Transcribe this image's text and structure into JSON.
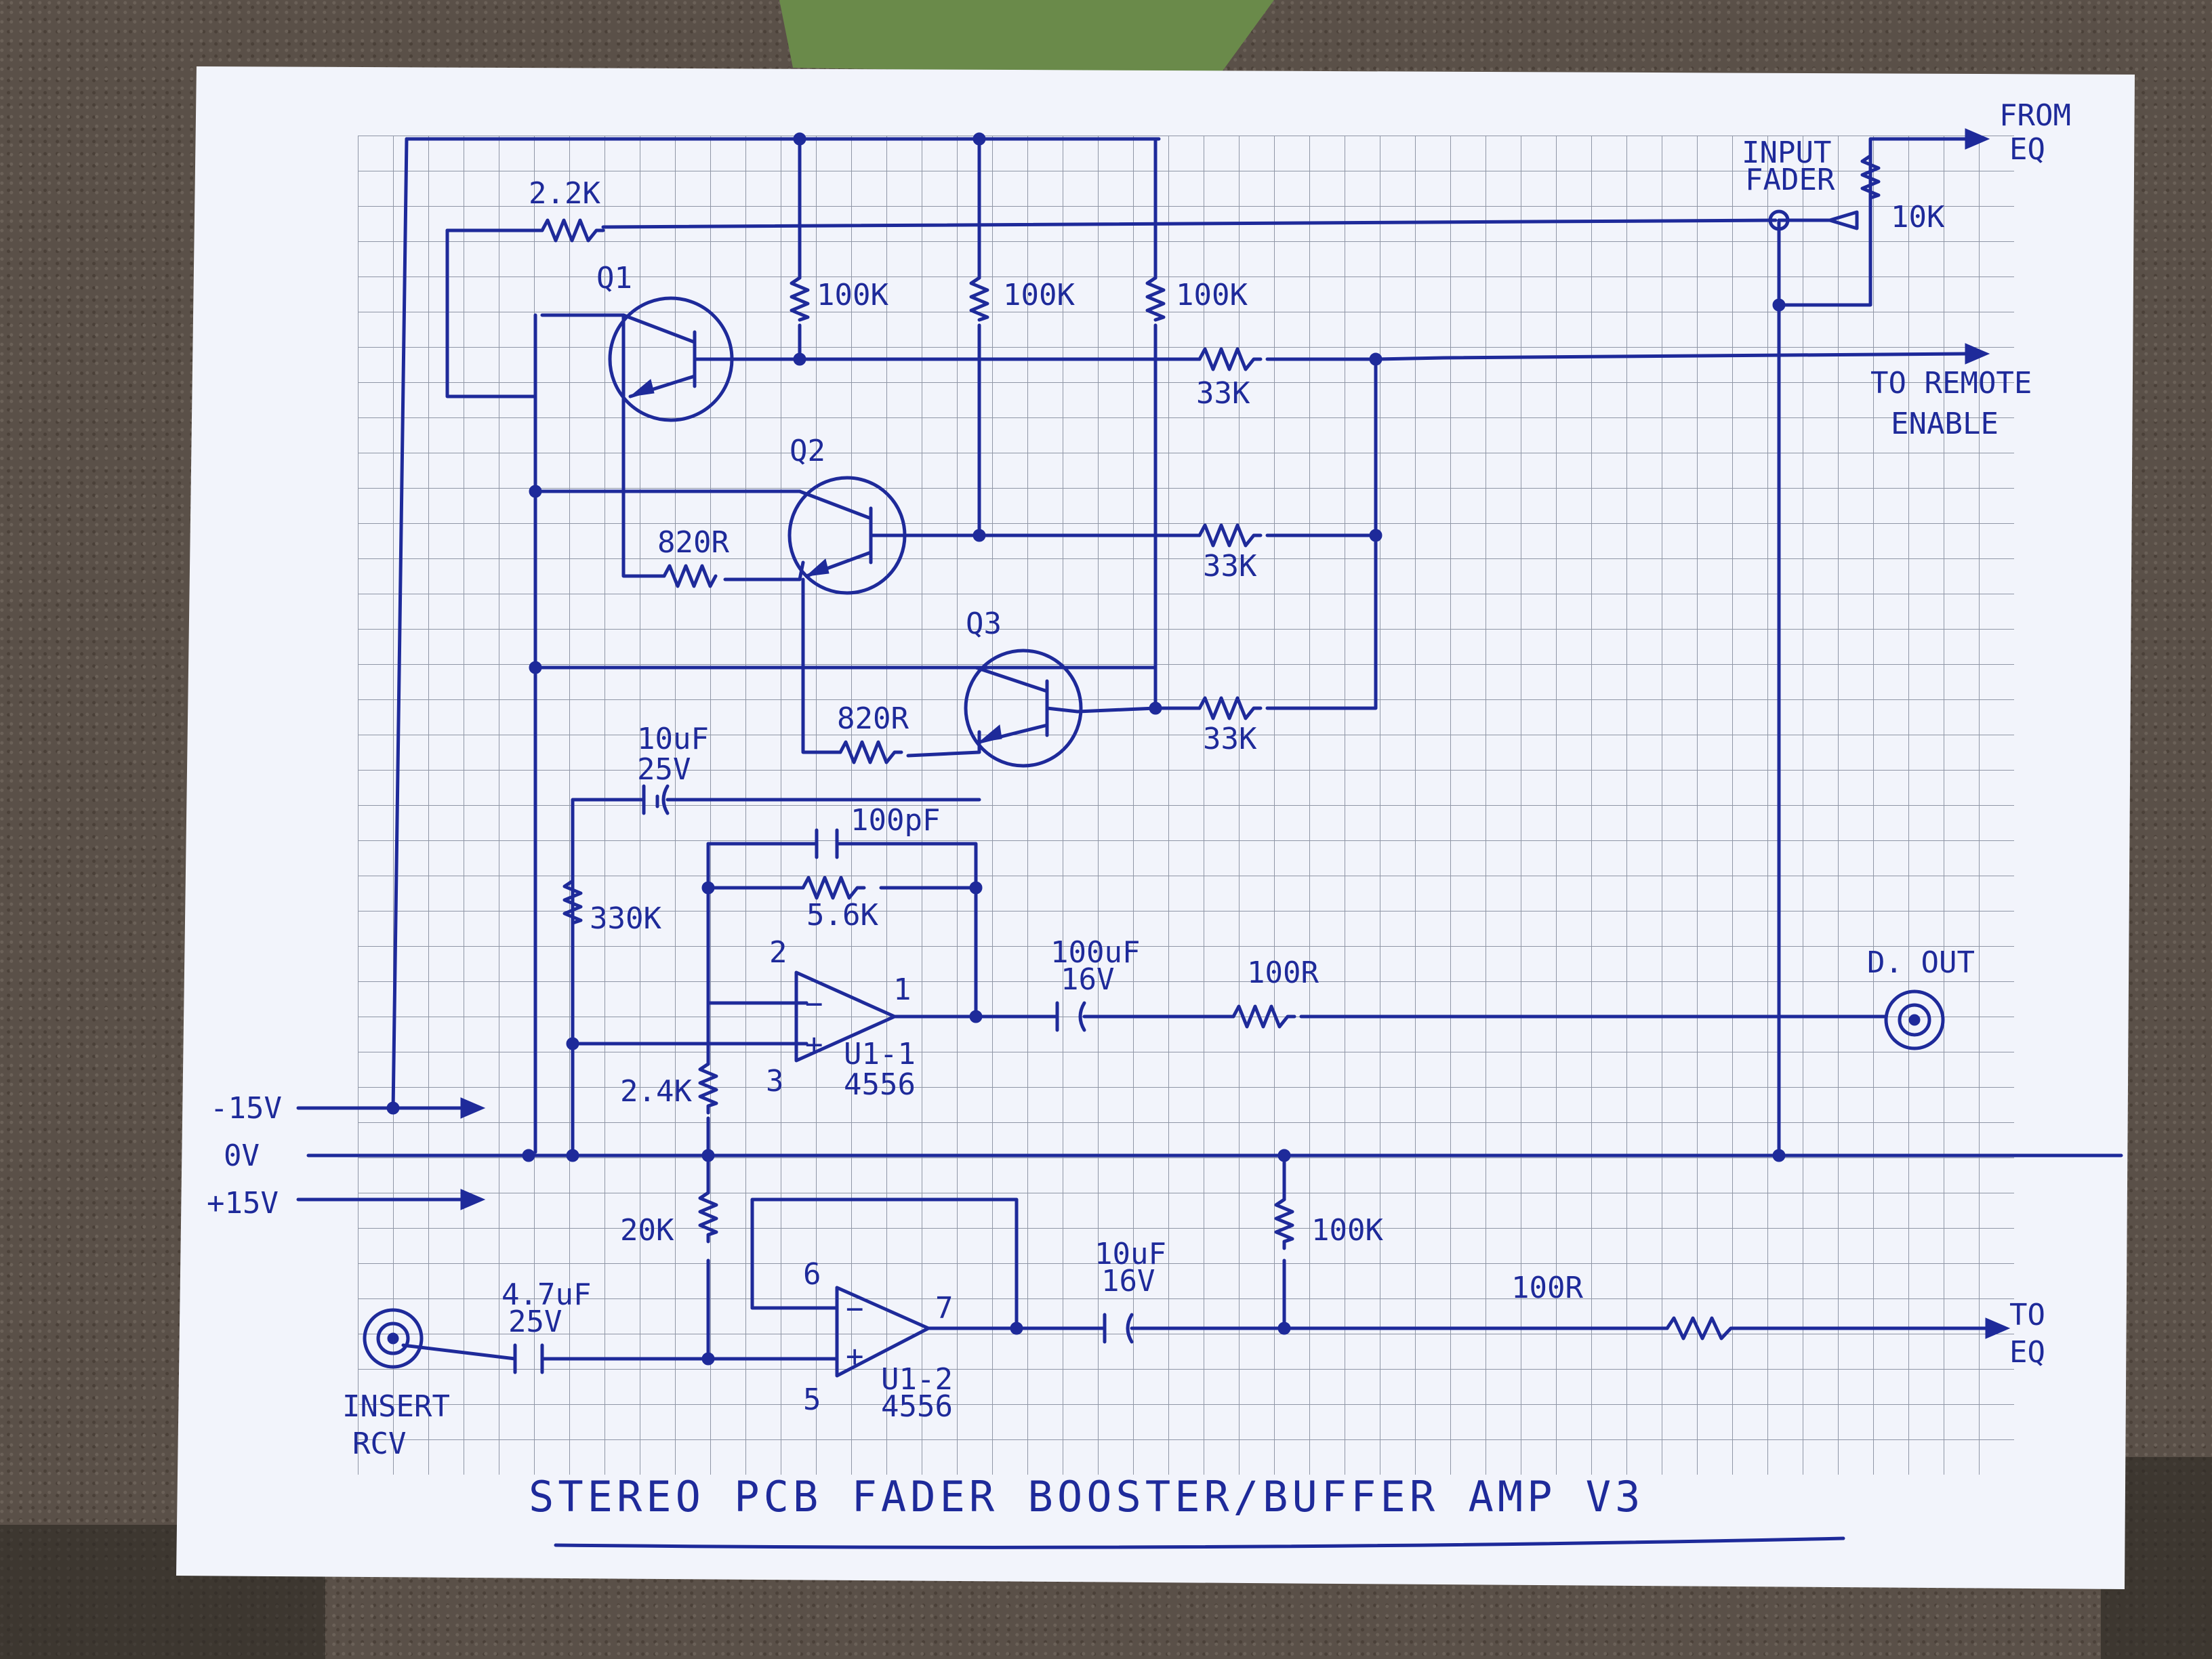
{
  "title": "STEREO PCB FADER BOOSTER/BUFFER AMP V3",
  "rails": {
    "neg": "-15V",
    "zero": "0V",
    "pos": "+15V"
  },
  "transistors": {
    "q1": "Q1",
    "q2": "Q2",
    "q3": "Q3"
  },
  "resistors": {
    "r_2k2": "2.2K",
    "r_100k_a": "100K",
    "r_100k_b": "100K",
    "r_100k_c": "100K",
    "r_33k_a": "33K",
    "r_33k_b": "33K",
    "r_33k_c": "33K",
    "r_820_a": "820R",
    "r_820_b": "820R",
    "r_330k": "330K",
    "r_5k6": "5.6K",
    "r_2k4": "2.4K",
    "r_20k": "20K",
    "r_100k_out": "100K",
    "r_100r_top": "100R",
    "r_100r_bot": "100R",
    "pot_10k": "10K"
  },
  "capacitors": {
    "c_10u_25v": [
      "10uF",
      "25V"
    ],
    "c_100pf": "100pF",
    "c_100u_16v": [
      "100uF",
      "16V"
    ],
    "c_10u_16v": [
      "10uF",
      "16V"
    ],
    "c_4u7_25v": [
      "4.7uF",
      "25V"
    ]
  },
  "opamps": {
    "u1_1": [
      "U1-1",
      "4556"
    ],
    "u1_2": [
      "U1-2",
      "4556"
    ],
    "pins_u1_1": {
      "inv": "2",
      "noninv": "3",
      "out": "1"
    },
    "pins_u1_2": {
      "inv": "6",
      "noninv": "5",
      "out": "7"
    }
  },
  "ports": {
    "from_eq": [
      "FROM",
      "EQ"
    ],
    "input_fader": [
      "INPUT",
      "FADER"
    ],
    "to_remote": [
      "TO REMOTE",
      "ENABLE"
    ],
    "d_out": "D. OUT",
    "to_eq": [
      "TO",
      "EQ"
    ],
    "insert_rcv": [
      "INSERT",
      "RCV"
    ]
  },
  "colors": {
    "ink": "#1e2a9a",
    "paper": "#f2f4fb",
    "grid": "#8f96a6"
  }
}
